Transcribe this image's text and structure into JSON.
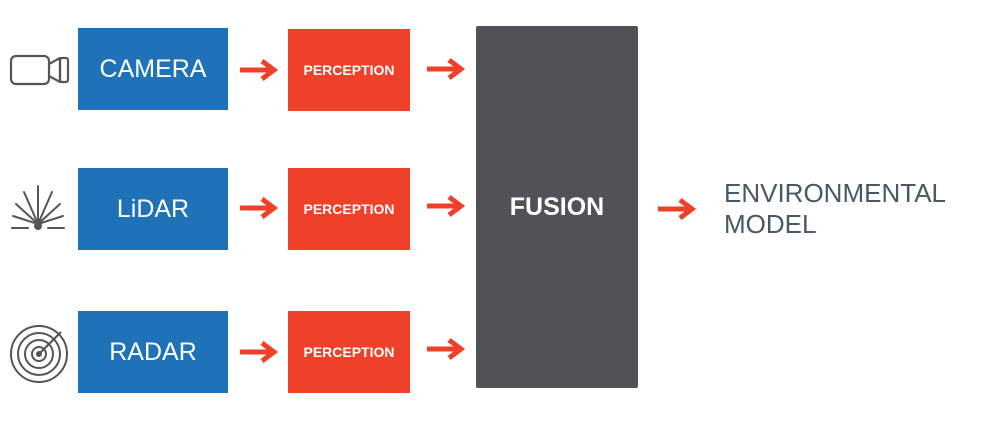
{
  "rows": [
    {
      "sensor_label": "CAMERA",
      "sensor_icon": "camera-icon",
      "perception_label": "PERCEPTION"
    },
    {
      "sensor_label": "LiDAR",
      "sensor_icon": "lidar-icon",
      "perception_label": "PERCEPTION"
    },
    {
      "sensor_label": "RADAR",
      "sensor_icon": "radar-icon",
      "perception_label": "PERCEPTION"
    }
  ],
  "fusion": {
    "label": "FUSION"
  },
  "output": {
    "label": "ENVIRONMENTAL\nMODEL"
  },
  "colors": {
    "sensor_box": "#1f72b8",
    "perception_box": "#f04029",
    "arrow": "#f04029",
    "fusion_box": "#515157",
    "output_text": "#4a5866",
    "icon_stroke": "#555555"
  }
}
